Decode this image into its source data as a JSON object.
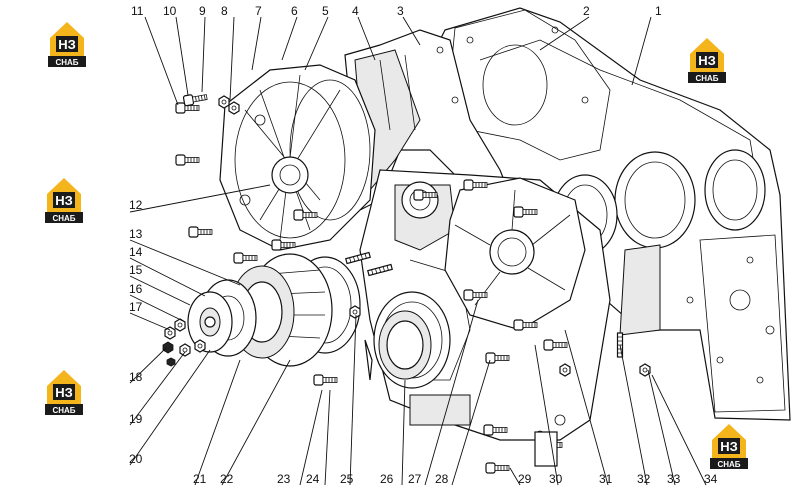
{
  "logo": {
    "letters": "НЗ",
    "caption": "СНАБ",
    "colors": {
      "house": "#f3b51b",
      "tile": "#1b1b1b",
      "text": "#ffffff"
    }
  },
  "callouts": [
    "1",
    "2",
    "3",
    "4",
    "5",
    "6",
    "7",
    "8",
    "9",
    "10",
    "11",
    "12",
    "13",
    "14",
    "15",
    "16",
    "17",
    "18",
    "19",
    "20",
    "21",
    "22",
    "23",
    "24",
    "25",
    "26",
    "27",
    "28",
    "29",
    "30",
    "31",
    "32",
    "33",
    "34"
  ]
}
